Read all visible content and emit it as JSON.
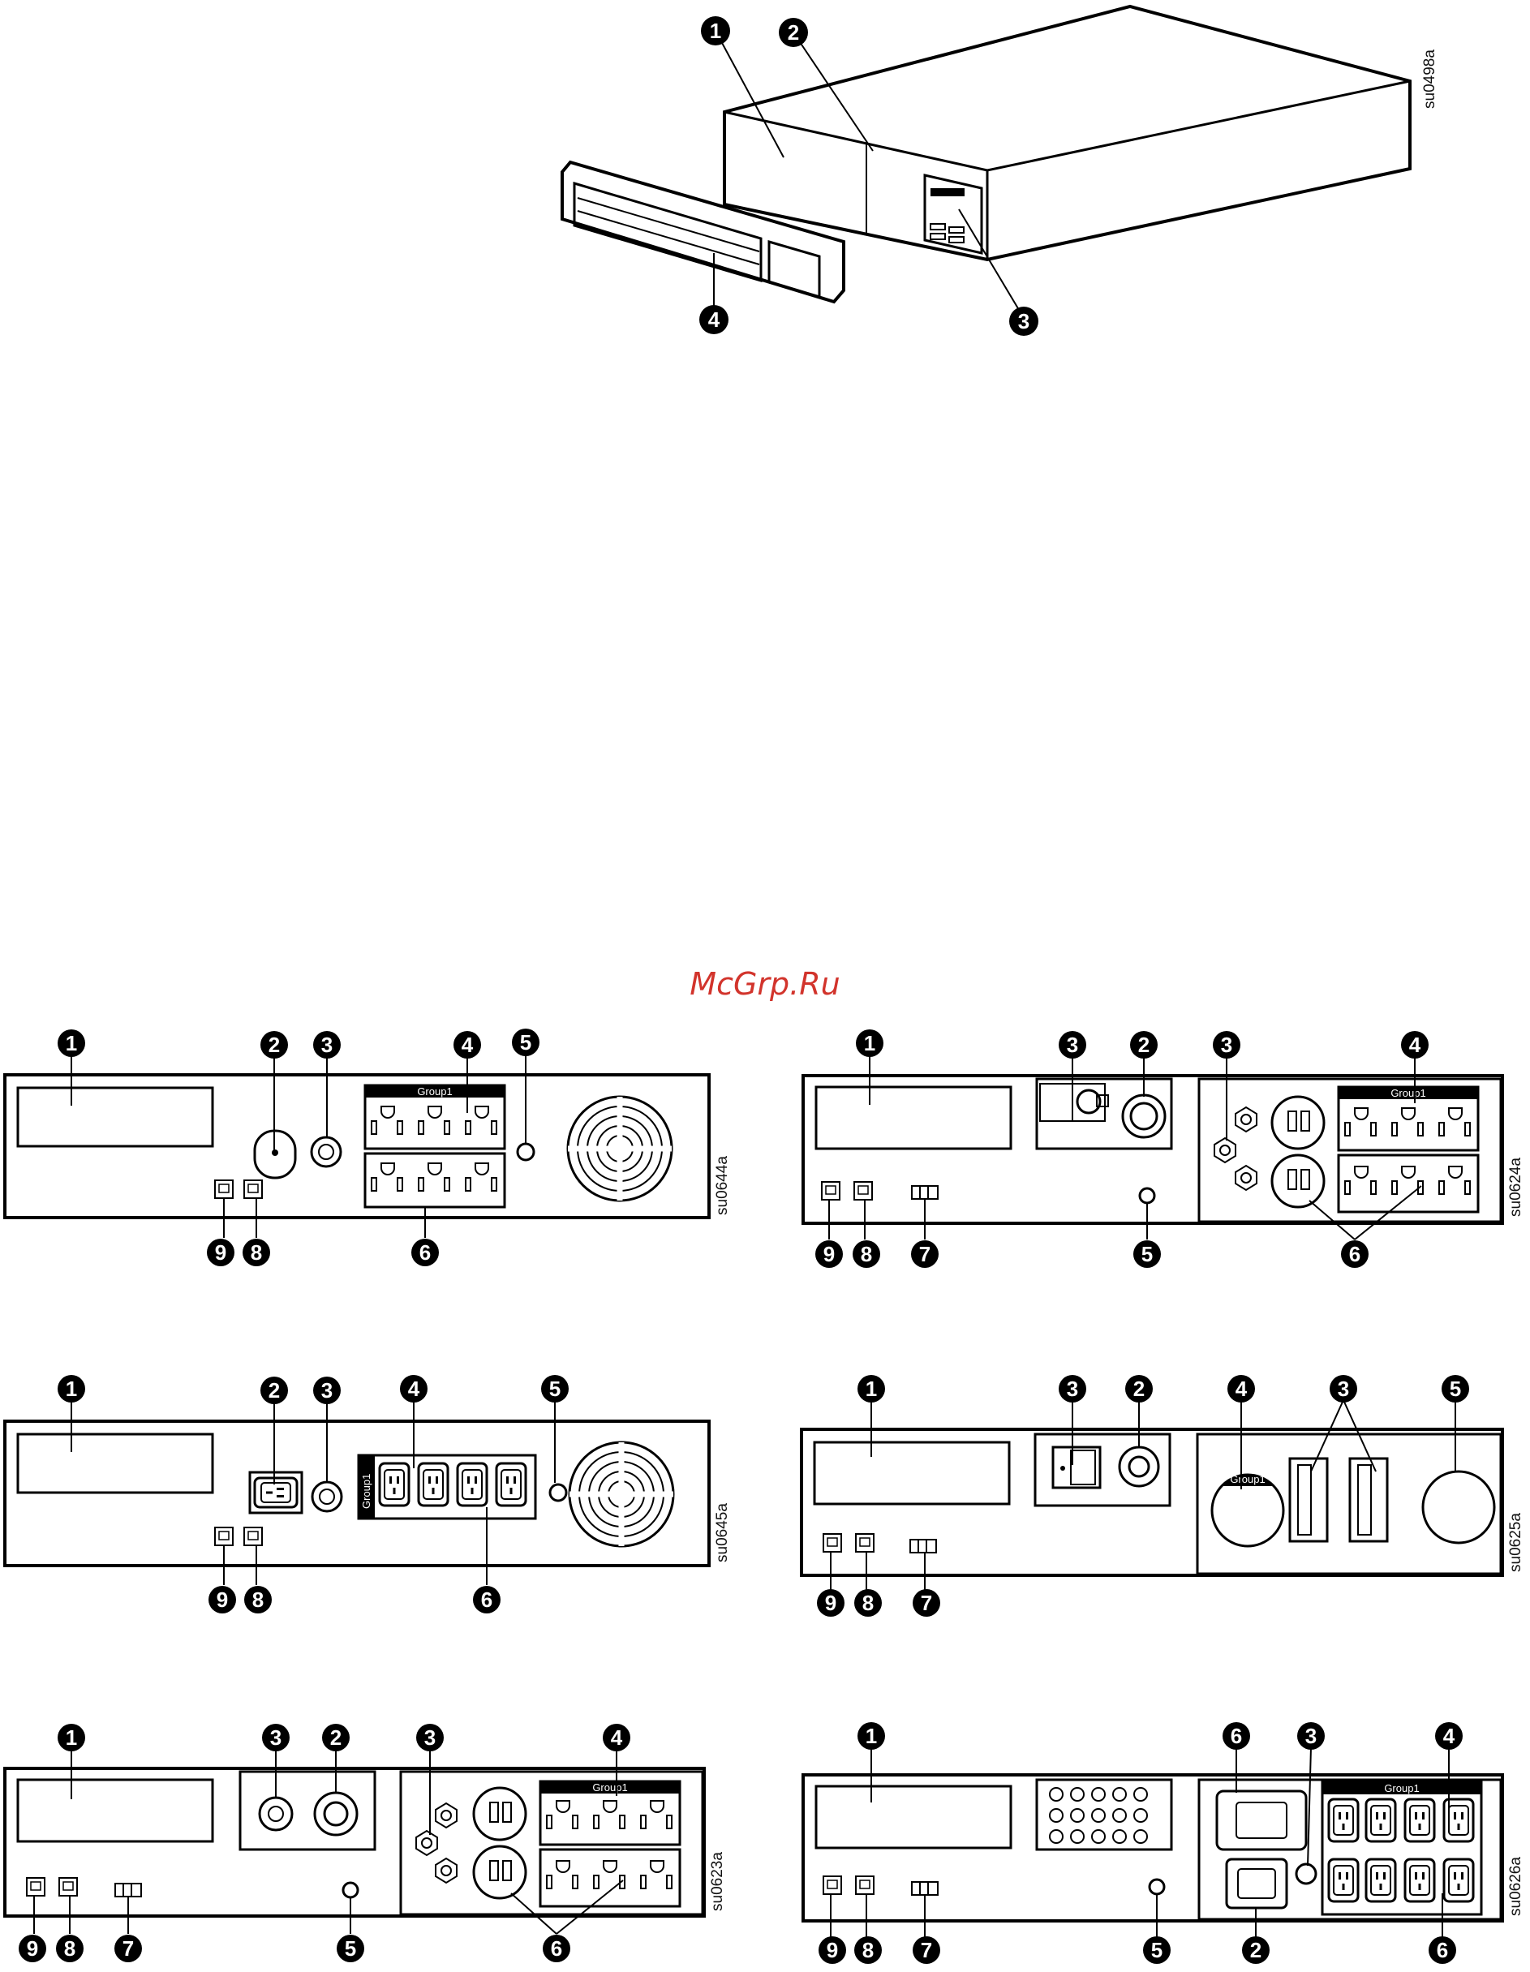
{
  "watermark": "McGrp.Ru",
  "group_label": "Group1",
  "front_view": {
    "code": "su0498a",
    "callouts": [
      "1",
      "2",
      "3",
      "4"
    ]
  },
  "panels": [
    {
      "code": "su0644a",
      "callouts": [
        "1",
        "2",
        "3",
        "4",
        "5",
        "6",
        "8",
        "9"
      ]
    },
    {
      "code": "su0624a",
      "callouts": [
        "1",
        "2",
        "3",
        "3",
        "4",
        "5",
        "6",
        "7",
        "8",
        "9"
      ]
    },
    {
      "code": "su0645a",
      "callouts": [
        "1",
        "2",
        "3",
        "4",
        "5",
        "6",
        "8",
        "9"
      ]
    },
    {
      "code": "su0625a",
      "callouts": [
        "1",
        "2",
        "3",
        "3",
        "4",
        "5",
        "7",
        "8",
        "9"
      ]
    },
    {
      "code": "su0623a",
      "callouts": [
        "1",
        "2",
        "3",
        "3",
        "4",
        "5",
        "6",
        "7",
        "8",
        "9"
      ]
    },
    {
      "code": "su0626a",
      "callouts": [
        "1",
        "2",
        "3",
        "4",
        "5",
        "6",
        "6",
        "7",
        "8",
        "9"
      ]
    }
  ]
}
